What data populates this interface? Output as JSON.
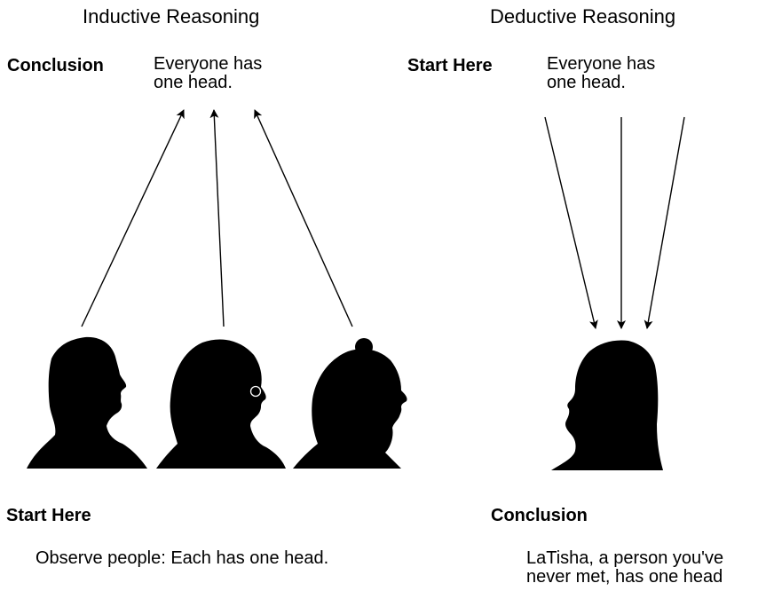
{
  "inductive": {
    "title": "Inductive Reasoning",
    "conclusion_label": "Conclusion",
    "conclusion_text_line1": "Everyone has",
    "conclusion_text_line2": "one head.",
    "start_label": "Start Here",
    "observation": "Observe people: Each has one head."
  },
  "deductive": {
    "title": "Deductive Reasoning",
    "start_label": "Start Here",
    "premise_text_line1": "Everyone has",
    "premise_text_line2": "one head.",
    "conclusion_label": "Conclusion",
    "conclusion_text_line1": "LaTisha, a person you've",
    "conclusion_text_line2": "never met, has one head"
  },
  "colors": {
    "ink": "#000000",
    "background": "#ffffff"
  },
  "icons": [
    "man-head-silhouette",
    "woman-head-silhouette",
    "elderly-woman-head-silhouette",
    "latisha-head-silhouette"
  ]
}
